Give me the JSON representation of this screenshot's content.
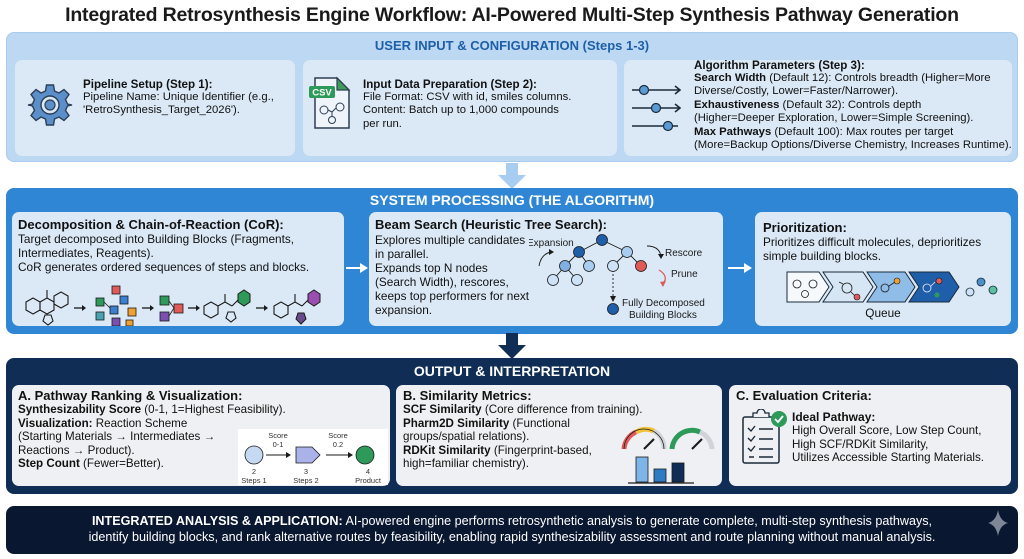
{
  "title": "Integrated Retrosynthesis Engine Workflow: AI-Powered Multi-Step Synthesis Pathway Generation",
  "user_input": {
    "heading": "USER INPUT & CONFIGURATION (Steps 1-3)",
    "pipeline_setup": {
      "icon": "gear-icon",
      "title": "Pipeline Setup (Step 1):",
      "line1": "Pipeline Name: Unique Identifier (e.g.,",
      "line2": "'RetroSynthesis_Target_2026')."
    },
    "input_data": {
      "icon": "csv-file-icon",
      "icon_label": "CSV",
      "title": "Input Data Preparation (Step 2):",
      "line1": "File Format: CSV with id, smiles columns.",
      "line2": "Content: Batch up to 1,000 compounds",
      "line3": "per run."
    },
    "algorithm_params": {
      "icon": "sliders-icon",
      "title": "Algorithm Parameters (Step 3):",
      "search_width_label": "Search Width",
      "search_width_text": " (Default 12): Controls breadth (Higher=More",
      "search_width_text2": "Diverse/Costly, Lower=Faster/Narrower).",
      "exhaustiveness_label": "Exhaustiveness",
      "exhaustiveness_text": " (Default 32): Controls depth",
      "exhaustiveness_text2": "(Higher=Deeper Exploration, Lower=Simple Screening).",
      "max_pathways_label": "Max Pathways",
      "max_pathways_text": " (Default 100): Max routes per target",
      "max_pathways_text2": "(More=Backup Options/Diverse Chemistry, Increases Runtime)."
    }
  },
  "system_processing": {
    "heading": "SYSTEM PROCESSING (THE ALGORITHM)",
    "decomposition": {
      "title": "Decomposition & Chain-of-Reaction (CoR):",
      "line1": "Target decomposed into Building Blocks (Fragments,",
      "line2": "Intermediates, Reagents).",
      "line3": "CoR generates ordered sequences of steps and blocks."
    },
    "beam_search": {
      "title": "Beam Search (Heuristic Tree Search):",
      "line1": "Explores multiple candidates",
      "line2": "in parallel.",
      "line3": "Expands top N nodes",
      "line4": "(Search Width), rescores,",
      "line5": "keeps top performers for next",
      "line6": "expansion.",
      "label_expansion": "Expansion",
      "label_rescore": "Rescore",
      "label_prune": "Prune",
      "label_decomposed1": "Fully Decomposed",
      "label_decomposed2": "Building Blocks"
    },
    "prioritization": {
      "title": "Prioritization:",
      "line1": "Prioritizes difficult molecules, deprioritizes",
      "line2": "simple building blocks.",
      "queue_label": "Queue"
    }
  },
  "output": {
    "heading": "OUTPUT & INTERPRETATION",
    "pathway_ranking": {
      "title": "A. Pathway Ranking & Visualization:",
      "score_label": "Synthesizability Score",
      "score_text": " (0-1, 1=Highest Feasibility).",
      "vis_label": "Visualization:",
      "vis_text": " Reaction Scheme",
      "vis_line2": "(Starting Materials → Intermediates →",
      "vis_line3": "Reactions → Product).",
      "step_label": "Step Count",
      "step_text": " (Fewer=Better).",
      "scheme": {
        "score1_label": "Score",
        "score1_value": "0-1",
        "score2_label": "Score",
        "score2_value": "0.2",
        "node1_num": "2",
        "node1_label": "Steps 1",
        "node2_num": "3",
        "node2_label": "Steps 2",
        "node3_num": "4",
        "node3_label": "Product"
      }
    },
    "similarity": {
      "title": "B. Similarity Metrics:",
      "scf_label": "SCF Similarity",
      "scf_text": " (Core difference from training).",
      "pharm_label": "Pharm2D Similarity",
      "pharm_text": " (Functional",
      "pharm_text2": "groups/spatial relations).",
      "rdkit_label": "RDKit Similarity",
      "rdkit_text": " (Fingerprint-based,",
      "rdkit_text2": "high=familiar chemistry)."
    },
    "evaluation": {
      "title": "C. Evaluation Criteria:",
      "ideal_label": "Ideal Pathway:",
      "line1": "High Overall Score, Low Step Count,",
      "line2": "High SCF/RDKit Similarity,",
      "line3": "Utilizes Accessible Starting Materials."
    }
  },
  "footer": {
    "label": "INTEGRATED ANALYSIS & APPLICATION:",
    "text1": " AI-powered engine performs retrosynthetic analysis to generate complete, multi-step synthesis pathways,",
    "text2": "identify building blocks, and rank alternative routes by feasibility, enabling rapid synthesizability assessment and route planning without manual analysis."
  },
  "colors": {
    "section1_bg": "#bcd8f3",
    "section2_bg": "#2f86d4",
    "section3_bg": "#0f2d55",
    "footer_bg": "#0a1730",
    "accent_green": "#2e9a5a",
    "prune_red": "#e05a5a"
  }
}
